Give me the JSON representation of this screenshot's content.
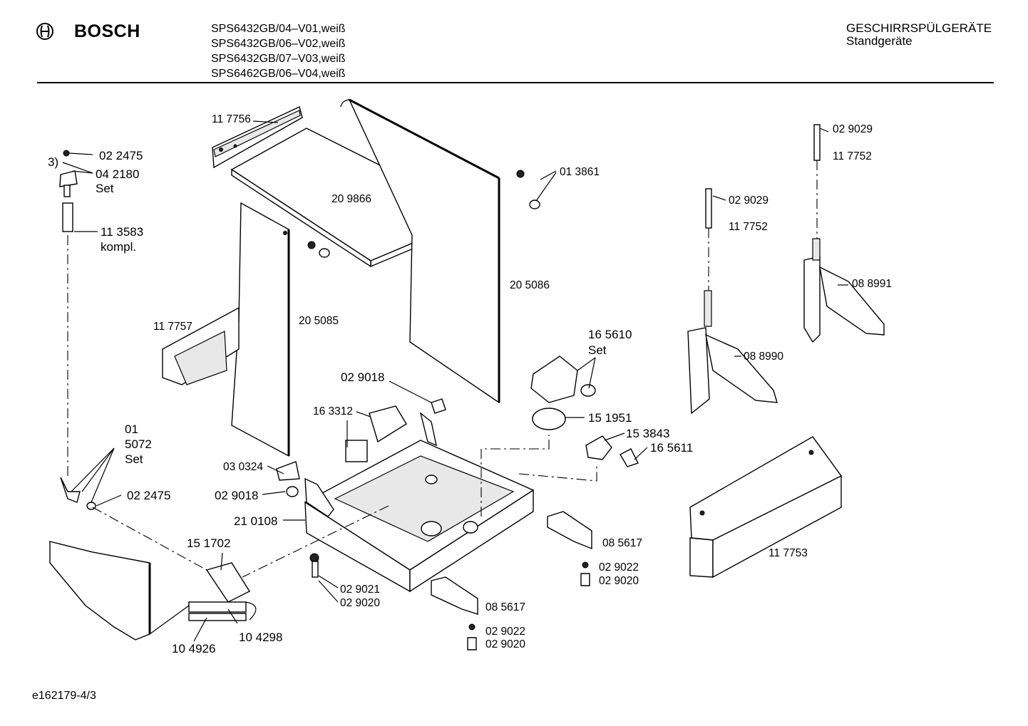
{
  "header": {
    "brand": "BOSCH",
    "models": [
      "SPS6432GB/04–V01,weiß",
      "SPS6432GB/06–V02,weiß",
      "SPS6432GB/07–V03,weiß",
      "SPS6462GB/06–V04,weiß"
    ],
    "category": "GESCHIRRSPÜLGERÄTE",
    "subcategory": "Standgeräte"
  },
  "parts": {
    "p117756": "11 7756",
    "p209866": "20 9866",
    "p013861": "01 3861",
    "p205086": "20 5086",
    "p205085": "20 5085",
    "p117757": "11 7757",
    "p022475a": "02 2475",
    "p3": "3)",
    "p042180": "04 2180",
    "p042180set": "Set",
    "p113583": "11 3583",
    "p113583k": "kompl.",
    "p015072a": "01",
    "p015072b": "5072",
    "p015072set": "Set",
    "p022475b": "02 2475",
    "p029018a": "02 9018",
    "p163312": "16 3312",
    "p030324": "03 0324",
    "p029018b": "02 9018",
    "p210108": "21 0108",
    "p151702": "15 1702",
    "p104298": "10 4298",
    "p104926": "10 4926",
    "p029021": "02 9021",
    "p029020a": "02 9020",
    "p165610": "16 5610",
    "p165610set": "Set",
    "p151951": "15 1951",
    "p153843": "15 3843",
    "p165611": "16 5611",
    "p085617a": "08 5617",
    "p029022a": "02 9022",
    "p029020b": "02 9020",
    "p085617b": "08 5617",
    "p029022b": "02 9022",
    "p029020c": "02 9020",
    "p029029a": "02 9029",
    "p117752a": "11 7752",
    "p088991": "08 8991",
    "p029029b": "02 9029",
    "p117752b": "11 7752",
    "p088990": "08 8990",
    "p117753": "11 7753"
  },
  "footer": {
    "code": "e162179-4/3"
  }
}
